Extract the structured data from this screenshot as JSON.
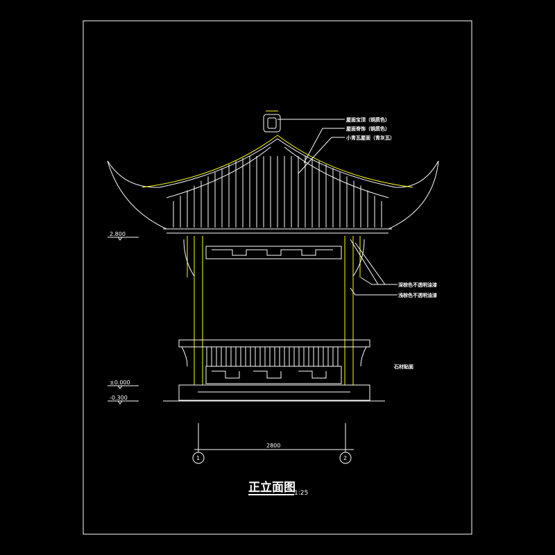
{
  "title": {
    "text": "正立面图",
    "scale": "1:25"
  },
  "annotations": {
    "top": [
      "屋面宝顶（铜质色）",
      "屋面脊饰（铜质色）",
      "小青瓦屋面（青灰瓦）"
    ],
    "right": [
      "深棕色不透明油漆",
      "浅棕色不透明油漆"
    ],
    "base": "石材贴面"
  },
  "levels": [
    "2.800",
    "±0.000",
    "-0.300"
  ],
  "dimension": "2800",
  "axes": [
    "1",
    "2"
  ],
  "colors": {
    "outline": "#ffffff",
    "structure": "#ffff00",
    "background": "#000000"
  }
}
